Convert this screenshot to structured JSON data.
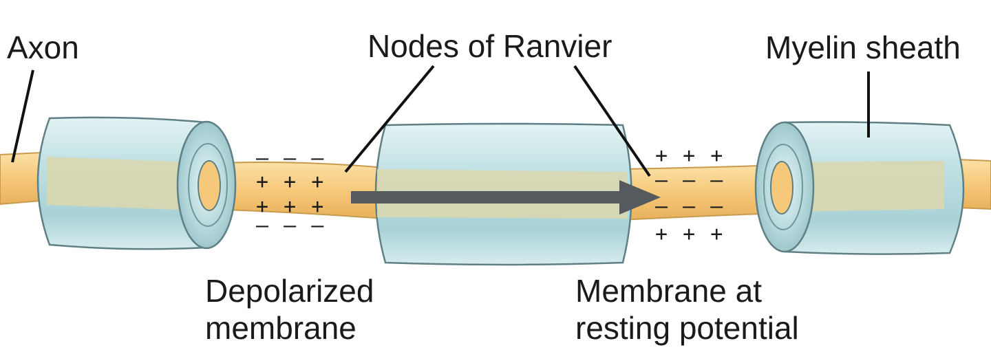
{
  "labels": {
    "axon": "Axon",
    "nodes_of_ranvier": "Nodes of Ranvier",
    "myelin_sheath": "Myelin sheath",
    "depolarized_line1": "Depolarized",
    "depolarized_line2": "membrane",
    "resting_line1": "Membrane at",
    "resting_line2": "resting potential"
  },
  "charges": {
    "plus_row": "+ + +",
    "minus_row": "– – –"
  },
  "colors": {
    "axon_fill": "#f6c97a",
    "axon_inner": "#d9d7b0",
    "myelin_fill": "#bfe0e3",
    "myelin_edge": "#5e7f84",
    "arrow": "#555a5e",
    "text": "#1a1a1a"
  }
}
